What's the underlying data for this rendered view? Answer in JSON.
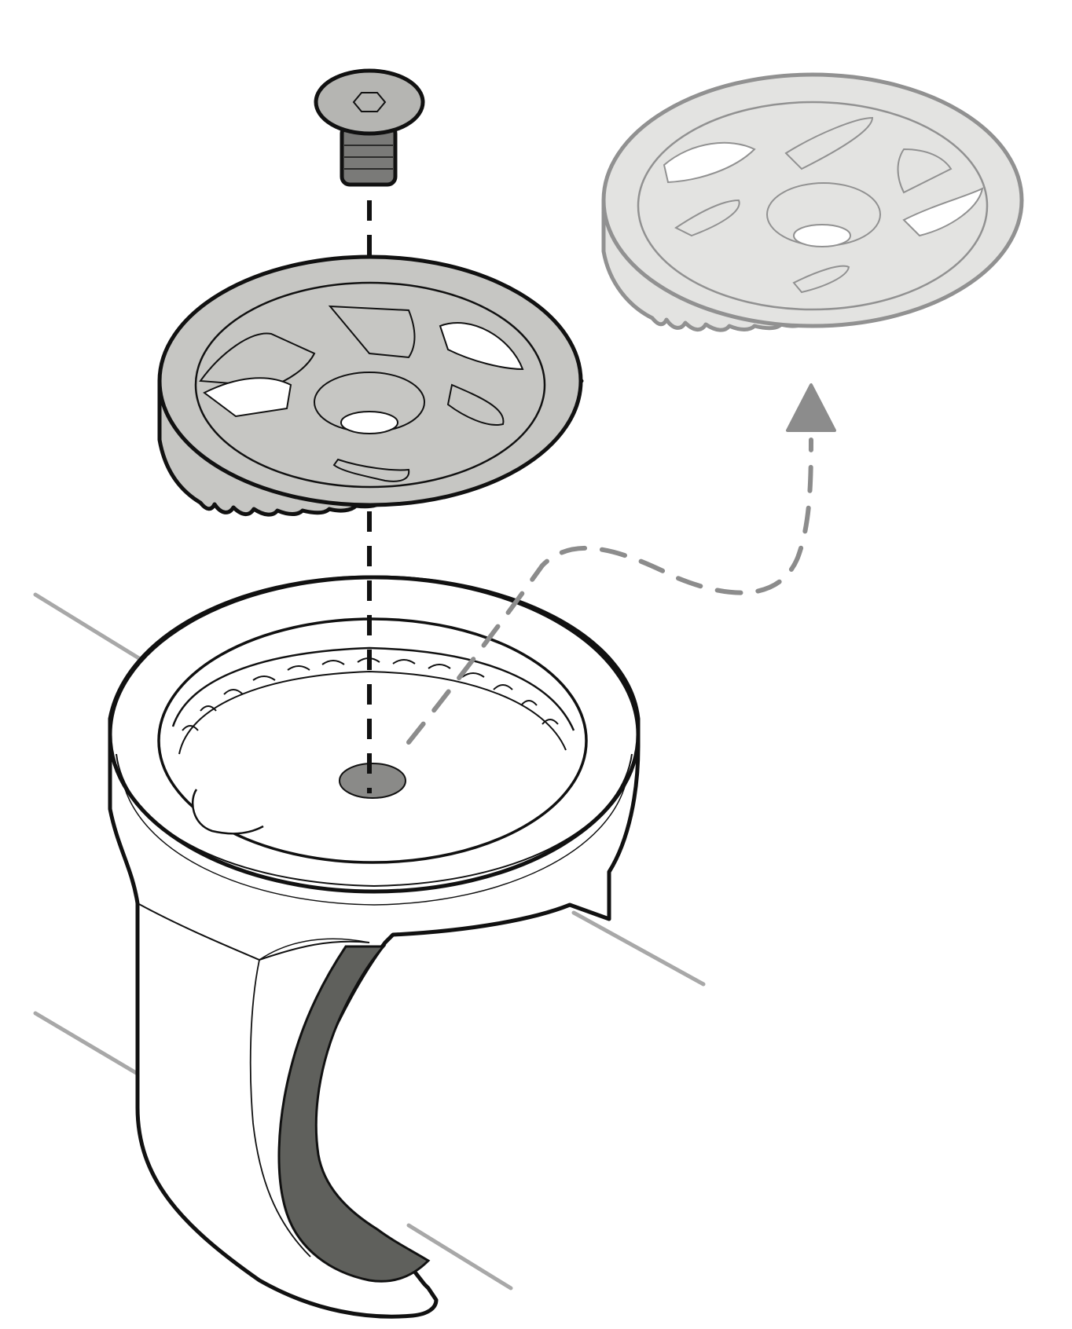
{
  "illustration": {
    "kind": "exploded-assembly",
    "parts": [
      {
        "id": "screw",
        "icon": "hex-socket-screw-icon"
      },
      {
        "id": "mount-plate",
        "icon": "mount-plate-icon"
      },
      {
        "id": "mount-plate-rotated-ghost",
        "icon": "mount-plate-icon"
      },
      {
        "id": "bar-clamp-body",
        "icon": "handlebar-clamp-icon"
      },
      {
        "id": "handlebar",
        "icon": "handlebar-icon"
      }
    ],
    "indicators": [
      {
        "id": "assembly-axis",
        "style": "dashed-line"
      },
      {
        "id": "rotate-arrow",
        "icon": "curved-dashed-arrow-icon"
      }
    ],
    "colors": {
      "outline": "#111111",
      "part_fill": "#c6c6c3",
      "ghost_fill": "#e2e2e0",
      "ghost_stroke": "#8c8c8c",
      "pad_fill": "#5f605c",
      "bar_stroke": "#a8a8a8",
      "background": "#ffffff"
    }
  }
}
